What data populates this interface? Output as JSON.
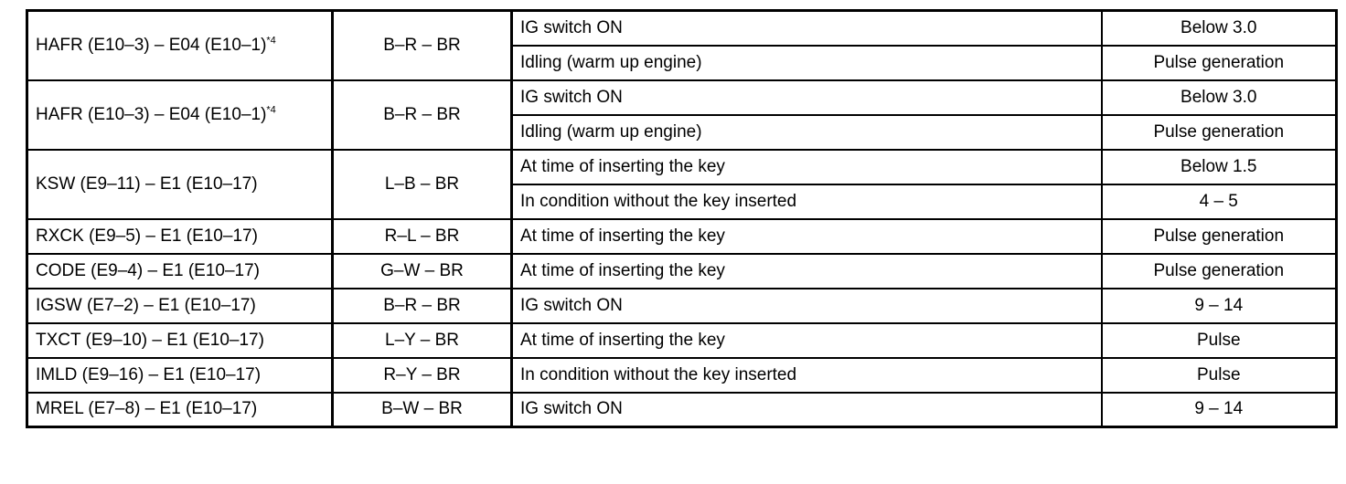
{
  "rows": [
    {
      "terminal": "HAFR (E10–3) – E04 (E10–1)",
      "terminal_note": "*4",
      "wiring": "B–R – BR",
      "conditions": [
        {
          "condition": "IG switch ON",
          "spec": "Below 3.0"
        },
        {
          "condition": "Idling (warm up engine)",
          "spec": "Pulse generation"
        }
      ]
    },
    {
      "terminal": "HAFR (E10–3) – E04 (E10–1)",
      "terminal_note": "*4",
      "wiring": "B–R – BR",
      "conditions": [
        {
          "condition": "IG switch ON",
          "spec": "Below 3.0"
        },
        {
          "condition": "Idling (warm up engine)",
          "spec": "Pulse generation"
        }
      ]
    },
    {
      "terminal": "KSW (E9–11) – E1 (E10–17)",
      "wiring": "L–B – BR",
      "conditions": [
        {
          "condition": "At time of inserting the key",
          "spec": "Below 1.5"
        },
        {
          "condition": "In condition without the key inserted",
          "spec": "4 – 5"
        }
      ]
    },
    {
      "terminal": "RXCK (E9–5) – E1 (E10–17)",
      "wiring": "R–L – BR",
      "conditions": [
        {
          "condition": "At time of inserting the key",
          "spec": "Pulse generation"
        }
      ]
    },
    {
      "terminal": "CODE (E9–4) – E1 (E10–17)",
      "wiring": "G–W – BR",
      "conditions": [
        {
          "condition": "At time of inserting the key",
          "spec": "Pulse generation"
        }
      ]
    },
    {
      "terminal": "IGSW (E7–2) – E1 (E10–17)",
      "wiring": "B–R – BR",
      "conditions": [
        {
          "condition": "IG switch ON",
          "spec": "9 – 14"
        }
      ]
    },
    {
      "terminal": "TXCT (E9–10) – E1 (E10–17)",
      "wiring": "L–Y – BR",
      "conditions": [
        {
          "condition": "At time of inserting the key",
          "spec": "Pulse"
        }
      ]
    },
    {
      "terminal": "IMLD (E9–16) – E1 (E10–17)",
      "wiring": "R–Y – BR",
      "conditions": [
        {
          "condition": "In condition without the key inserted",
          "spec": "Pulse"
        }
      ]
    },
    {
      "terminal": "MREL (E7–8) – E1 (E10–17)",
      "wiring": "B–W – BR",
      "conditions": [
        {
          "condition": "IG switch ON",
          "spec": "9 – 14"
        }
      ]
    }
  ]
}
